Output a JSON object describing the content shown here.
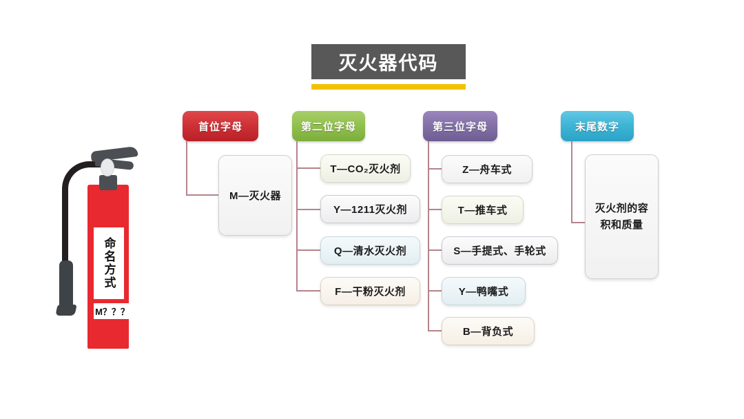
{
  "page": {
    "title": "灭火器代码",
    "background": "#ffffff",
    "accent_title_bg": "#585858",
    "accent_underline": "#f2c200",
    "connector_color": "#b4838b"
  },
  "extinguisher": {
    "name": "fire-extinguisher-illustration",
    "body_color": "#e8292f",
    "metal_color": "#4b4f53",
    "label_text": "命名方式",
    "code_text": "M？？？"
  },
  "columns": [
    {
      "id": "first-letter",
      "header": {
        "label": "首位字母",
        "color": "#cf3237"
      },
      "items": [
        {
          "label": "M—灭火器",
          "tint": "t-plain"
        }
      ]
    },
    {
      "id": "second-letter",
      "header": {
        "label": "第二位字母",
        "color": "#93c14f"
      },
      "items": [
        {
          "label": "T—CO₂灭火剂",
          "tint": "t-green"
        },
        {
          "label": "Y—1211灭火剂",
          "tint": "t-gray"
        },
        {
          "label": "Q—清水灭火剂",
          "tint": "t-blue"
        },
        {
          "label": "F—干粉灭火剂",
          "tint": "t-cream"
        }
      ]
    },
    {
      "id": "third-letter",
      "header": {
        "label": "第三位字母",
        "color": "#8572a8"
      },
      "items": [
        {
          "label": "Z—舟车式",
          "tint": "t-plain"
        },
        {
          "label": "T—推车式",
          "tint": "t-green"
        },
        {
          "label": "S—手提式、手轮式",
          "tint": "t-gray"
        },
        {
          "label": "Y—鸭嘴式",
          "tint": "t-blue"
        },
        {
          "label": "B—背负式",
          "tint": "t-cream"
        }
      ]
    },
    {
      "id": "trailing-number",
      "header": {
        "label": "末尾数字",
        "color": "#40b6d6"
      },
      "items": [
        {
          "label": "灭火剂的容积和质量",
          "tint": "t-plain"
        }
      ]
    }
  ]
}
